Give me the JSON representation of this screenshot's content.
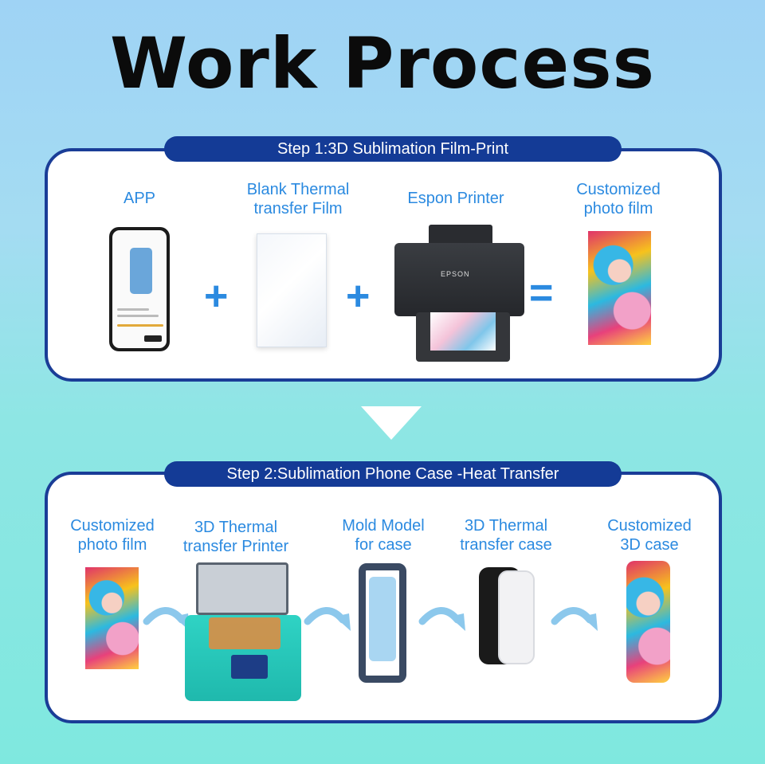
{
  "title": "Work Process",
  "step1": {
    "banner": "Step 1:3D Sublimation Film-Print",
    "items": [
      {
        "label": "APP"
      },
      {
        "label_line1": "Blank Thermal",
        "label_line2": "transfer Film"
      },
      {
        "label": "Espon Printer",
        "brand": "EPSON"
      },
      {
        "label_line1": "Customized",
        "label_line2": "photo film"
      }
    ],
    "plus": "+",
    "equals": "="
  },
  "step2": {
    "banner": "Step 2:Sublimation Phone Case -Heat Transfer",
    "items": [
      {
        "label_line1": "Customized",
        "label_line2": "photo film"
      },
      {
        "label_line1": "3D Thermal",
        "label_line2": "transfer Printer"
      },
      {
        "label_line1": "Mold Model",
        "label_line2": "for case"
      },
      {
        "label_line1": "3D Thermal",
        "label_line2": "transfer case"
      },
      {
        "label_line1": "Customized",
        "label_line2": "3D case"
      }
    ]
  },
  "colors": {
    "accent": "#2b8ae0",
    "banner": "#143b96",
    "border": "#1a3d97"
  }
}
